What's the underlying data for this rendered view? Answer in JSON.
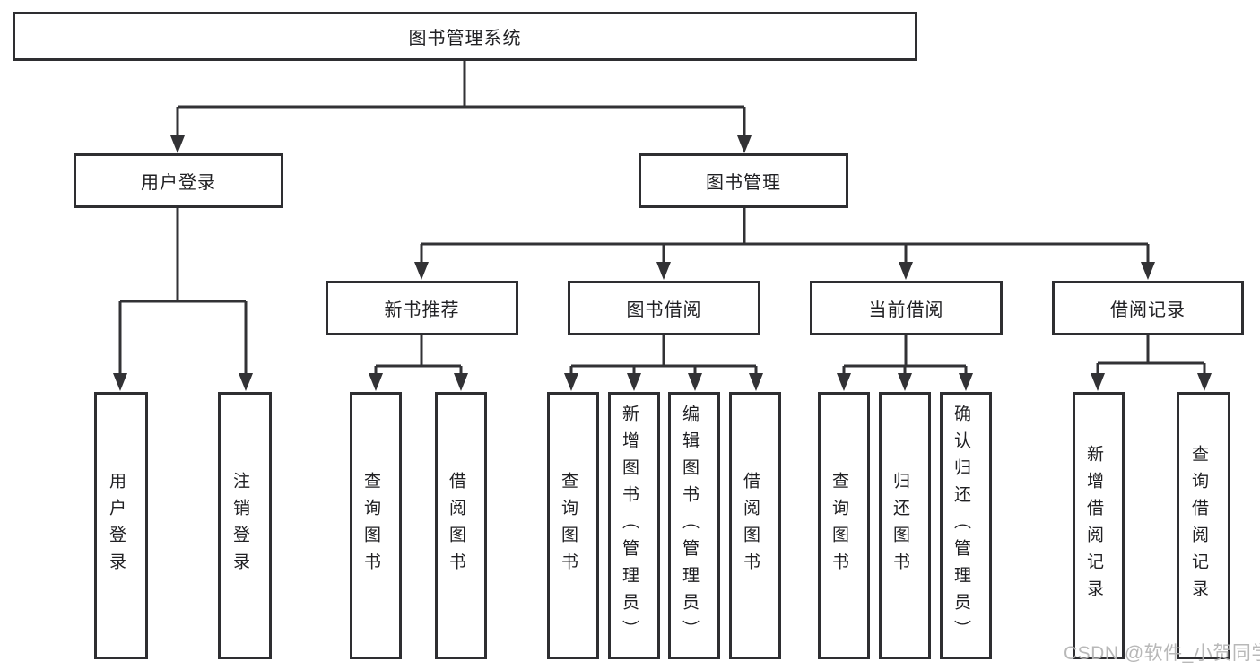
{
  "tree": {
    "label": "图书管理系统",
    "children": [
      {
        "label": "用户登录",
        "children": [
          {
            "label": "用户登录"
          },
          {
            "label": "注销登录"
          }
        ]
      },
      {
        "label": "图书管理",
        "children": [
          {
            "label": "新书推荐",
            "children": [
              {
                "label": "查询图书"
              },
              {
                "label": "借阅图书"
              }
            ]
          },
          {
            "label": "图书借阅",
            "children": [
              {
                "label": "查询图书"
              },
              {
                "label": "新增图书（管理员）"
              },
              {
                "label": "编辑图书（管理员）"
              },
              {
                "label": "借阅图书"
              }
            ]
          },
          {
            "label": "当前借阅",
            "children": [
              {
                "label": "查询图书"
              },
              {
                "label": "归还图书"
              },
              {
                "label": "确认归还（管理员）"
              }
            ]
          },
          {
            "label": "借阅记录",
            "children": [
              {
                "label": "新增借阅记录"
              },
              {
                "label": "查询借阅记录"
              }
            ]
          }
        ]
      }
    ]
  },
  "watermark": {
    "text": "CSDN @软件_小贺同学"
  },
  "colors": {
    "line": "#323235",
    "box_border": "#2e2e31",
    "text": "#202023",
    "watermark": "#b4b4b4",
    "background": "#ffffff"
  }
}
